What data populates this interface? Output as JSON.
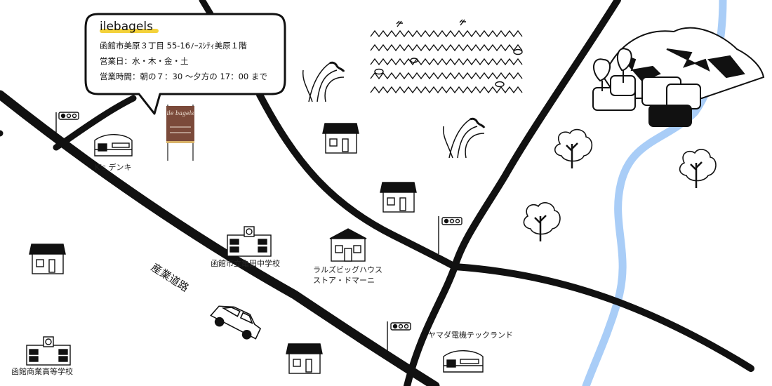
{
  "shop": {
    "name": "ilebagels",
    "address": "函館市美原３丁目 55-16ﾉｰｽｼﾃｨ美原１階",
    "open_days": "営業日：水・木・金・土",
    "hours": "営業時間：朝の７：30 〜夕方の 17：00 まで",
    "sign_text": "ile bagels"
  },
  "landmarks": {
    "ks_denki": "K's デンキ",
    "kameda_jhs": "函館市立亀田中学校",
    "big_house": "ラルズビッグハウス\nストア・ドマーニ",
    "yamada": "ヤマダ電機テックランド",
    "commercial_hs": "函館商業高等学校"
  },
  "roads": {
    "sangyo": "産業道路"
  },
  "colors": {
    "river": "#a9cdf7",
    "road": "#111111",
    "highlight": "#f4d23b",
    "sign_board": "#7b4a3a"
  }
}
